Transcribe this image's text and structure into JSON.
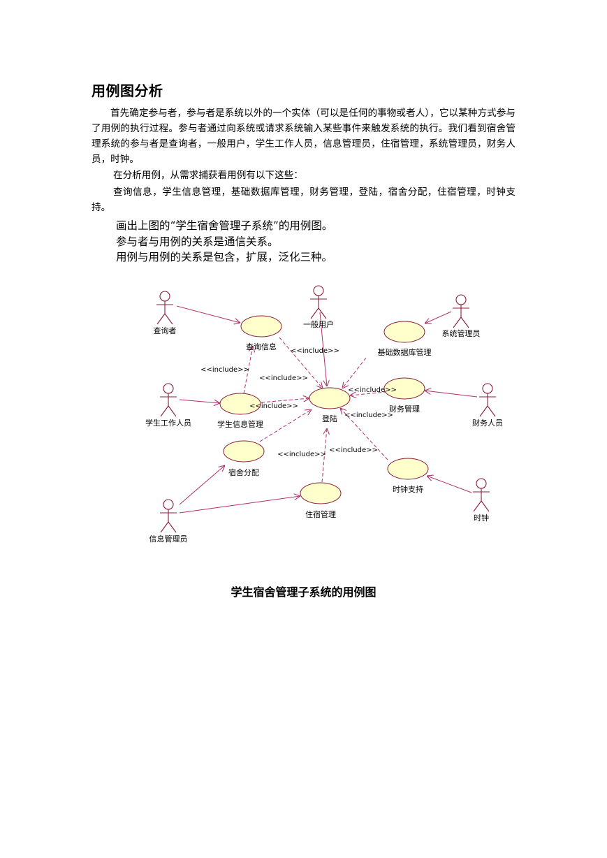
{
  "heading": "用例图分析",
  "paragraphs": [
    "首先确定参与者，参与者是系统以外的一个实体（可以是任何的事物或者人），它以某种方式参与了用例的执行过程。参与者通过向系统或请求系统输入某些事件来触发系统的执行。我们看到宿舍管理系统的参与者是查询者，一般用户，学生工作人员，信息管理员，住宿管理，系统管理员，财务人员，时钟。",
    "在分析用例，从需求捕获看用例有以下这些：",
    "查询信息，学生信息管理，基础数据库管理，财务管理，登陆，宿舍分配，住宿管理，时钟支持。"
  ],
  "notes": [
    "画出上图的“学生宿舍管理子系统”的用例图。",
    "参与者与用例的关系是通信关系。",
    "用例与用例的关系是包含，扩展，泛化三种。"
  ],
  "diagram": {
    "actors": {
      "inquirer": "查询者",
      "general_user": "一般用户",
      "sys_admin": "系统管理员",
      "student_staff": "学生工作人员",
      "finance_staff": "财务人员",
      "info_admin": "信息管理员",
      "clock": "时钟"
    },
    "use_cases": {
      "query_info": "查询信息",
      "base_db": "基础数据库管理",
      "login": "登陆",
      "student_info": "学生信息管理",
      "finance_mgmt": "财务管理",
      "dorm_assign": "宿舍分配",
      "clock_support": "时钟支持",
      "lodging_mgmt": "住宿管理"
    },
    "stereotype": "<<include>>",
    "colors": {
      "actor": "#8a1c3a",
      "ellipse_fill": "#ffffcc",
      "ellipse_stroke": "#8a1c3a",
      "line": "#b0306a"
    }
  },
  "caption": "学生宿舍管理子系统的用例图"
}
